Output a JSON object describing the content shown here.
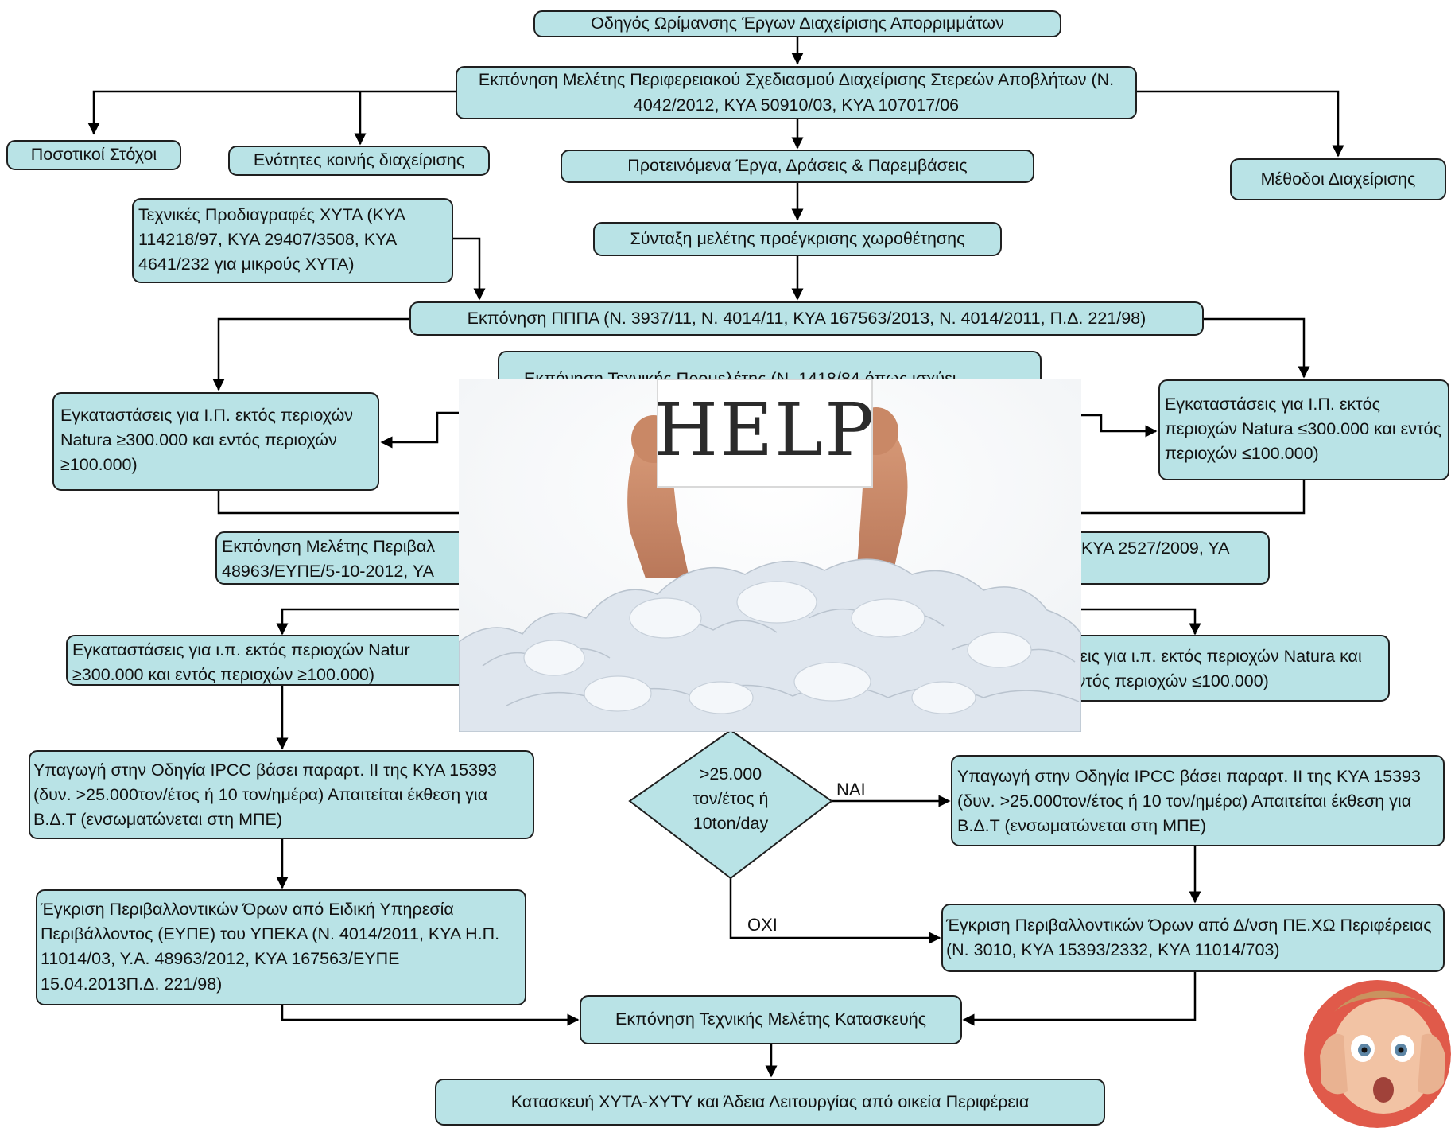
{
  "flow": {
    "title": "Οδηγός Ωρίμανσης Έργων Διαχείρισης Απορριμμάτων",
    "regional_plan": "Εκπόνηση Μελέτης Περιφερειακού Σχεδιασμού Διαχείρισης Στερεών Αποβλήτων (Ν. 4042/2012, ΚΥΑ 50910/03, ΚΥΑ 107017/06",
    "quant_targets": "Ποσοτικοί Στόχοι",
    "common_units": "Ενότητες κοινής διαχείρισης",
    "proposed_projects": "Προτεινόμενα Έργα, Δράσεις & Παρεμβάσεις",
    "methods": "Μέθοδοι Διαχείρισης",
    "tech_specs": "Τεχνικές Προδιαγραφές ΧΥΤΑ (ΚΥΑ 114218/97, ΚΥΑ 29407/3508, ΚΥΑ 4641/232 για μικρούς ΧΥΤΑ)",
    "siting_study": "Σύνταξη μελέτης προέγκρισης χωροθέτησης",
    "pppa": "Εκπόνηση ΠΠΠΑ (Ν. 3937/11, Ν. 4014/11, ΚΥΑ 167563/2013, Ν. 4014/2011, Π.Δ. 221/98)",
    "tech_prestudy": "Εκπόνηση Τεχνικής Προμελέτης (Ν. 1418/84 όπως ισχύει",
    "facilities_left": "Εγκαταστάσεις για Ι.Π. εκτός περιοχών  Natura ≥300.000  και εντός περιοχών ≥100.000)",
    "facilities_right": "Εγκαταστάσεις για Ι.Π. εκτός περιοχών  Natura ≤300.000  και εντός περιοχών ≤100.000)",
    "env_study_left": "Εκπόνηση Μελέτης Περιβαλ 48963/ΕΥΠΕ/5-10-2012, ΥΑ",
    "env_study_right": "ΚΥΑ 2527/2009, ΥΑ",
    "facilities_left2": "Εγκαταστάσεις για ι.π. εκτός περιοχών  Natur ≥300.000  και εντός περιοχών ≥100.000)",
    "facilities_right2": "σεις για ι.π. εκτός περιοχών  Natura και εντός περιοχών ≤100.000)",
    "ippc_left": "Υπαγωγή στην Οδηγία IPCC βάσει παραρτ. ΙΙ της ΚΥΑ 15393 (δυν. >25.000τον/έτος ή 10 τον/ημέρα) Απαιτείται έκθεση για Β.Δ.Τ (ενσωματώνεται στη ΜΠΕ)",
    "ippc_right": "Υπαγωγή στην Οδηγία IPCC βάσει παραρτ. ΙΙ της ΚΥΑ 15393 (δυν. >25.000τον/έτος ή 10 τον/ημέρα) Απαιτείται έκθεση για Β.Δ.Τ (ενσωματώνεται στη ΜΠΕ)",
    "diamond_line1": ">25.000",
    "diamond_line2": "τον/έτος ή",
    "diamond_line3": "10ton/day",
    "yes_label": "ΝΑΙ",
    "no_label": "ΟΧΙ",
    "approval_left": "Έγκριση Περιβαλλοντικών Όρων από Ειδική Υπηρεσία Περιβάλλοντος (ΕΥΠΕ) του ΥΠΕΚΑ (Ν. 4014/2011, ΚΥΑ Η.Π. 11014/03, Υ.Α. 48963/2012, ΚΥΑ 167563/ΕΥΠΕ 15.04.2013Π.Δ. 221/98)",
    "approval_right": "Έγκριση Περιβαλλοντικών Όρων από Δ/νση ΠΕ.ΧΩ Περιφέρειας (Ν. 3010, ΚΥΑ 15393/2332, ΚΥΑ 11014/703)",
    "construction_study": "Εκπόνηση Τεχνικής Μελέτης Κατασκευής",
    "final": "Κατασκευή ΧΥΤΑ-ΧΥΤΥ και Άδεια Λειτουργίας από οικεία Περιφέρεια"
  },
  "photo": {
    "sign_text": "HELP"
  },
  "colors": {
    "box_fill": "#b9e3e6",
    "box_border": "#1f1f1f",
    "arrow": "#000000"
  }
}
